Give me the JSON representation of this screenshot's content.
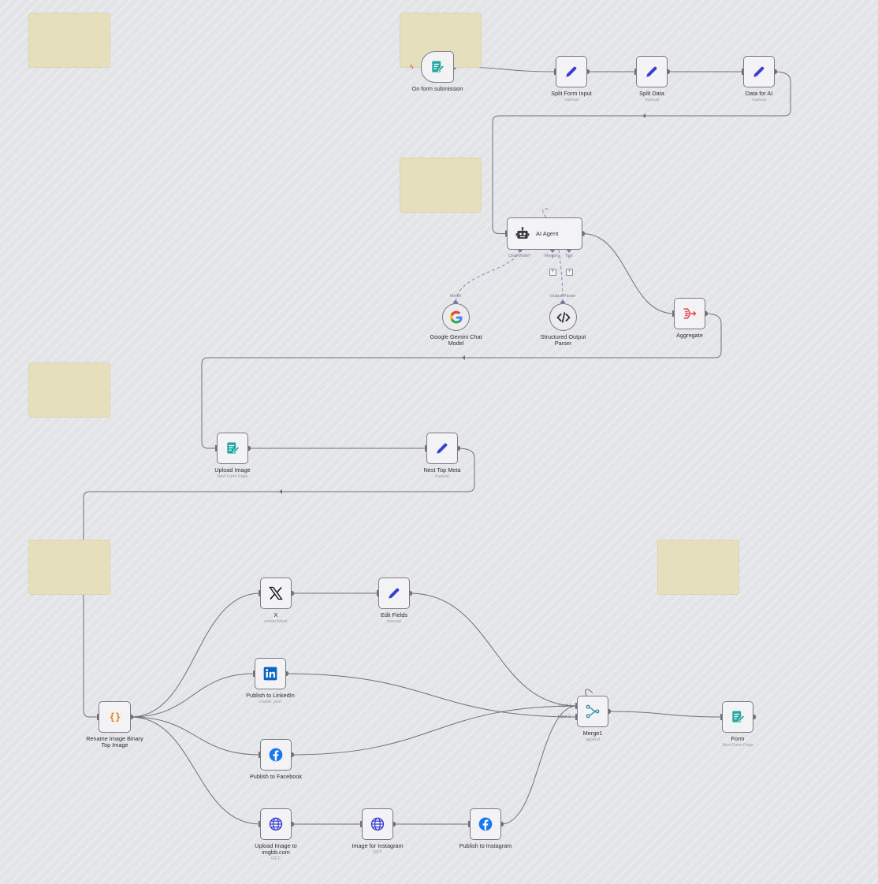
{
  "workflow": {
    "nodes": [
      {
        "id": "form_trigger",
        "label": "On form submission",
        "subtitle": "",
        "icon": "form-icon"
      },
      {
        "id": "split_form",
        "label": "Split Form Input",
        "subtitle": "manual",
        "icon": "pencil-icon"
      },
      {
        "id": "split_data",
        "label": "Split Data",
        "subtitle": "manual",
        "icon": "pencil-icon"
      },
      {
        "id": "data_ai",
        "label": "Data for AI",
        "subtitle": "manual",
        "icon": "pencil-icon"
      },
      {
        "id": "ai_agent",
        "label": "AI Agent",
        "subtitle": "",
        "icon": "robot-icon"
      },
      {
        "id": "gemini",
        "label": "Google Gemini Chat Model",
        "subtitle": "",
        "icon": "google-icon"
      },
      {
        "id": "parser",
        "label": "Structured Output Parser",
        "subtitle": "",
        "icon": "code-icon"
      },
      {
        "id": "aggregate",
        "label": "Aggregate",
        "subtitle": "",
        "icon": "aggregate-icon"
      },
      {
        "id": "upload_image",
        "label": "Upload Image",
        "subtitle": "Next Form Page",
        "icon": "form-icon"
      },
      {
        "id": "nest_meta",
        "label": "Nest Top Meta",
        "subtitle": "manual",
        "icon": "pencil-icon"
      },
      {
        "id": "rename",
        "label": "Rename Image Binary Top Image",
        "subtitle": "",
        "icon": "braces-icon"
      },
      {
        "id": "x",
        "label": "X",
        "subtitle": "create:tweet",
        "icon": "x-logo-icon"
      },
      {
        "id": "edit_fields",
        "label": "Edit Fields",
        "subtitle": "manual",
        "icon": "pencil-icon"
      },
      {
        "id": "linkedin",
        "label": "Publish to LinkedIn",
        "subtitle": "create: post",
        "icon": "linkedin-icon"
      },
      {
        "id": "facebook",
        "label": "Publish to Facebook",
        "subtitle": "",
        "icon": "facebook-icon"
      },
      {
        "id": "imgbb",
        "label": "Upload Image to imgbb.com",
        "subtitle": "GET:",
        "icon": "globe-icon"
      },
      {
        "id": "img_insta",
        "label": "Image for Instagram",
        "subtitle": "GET:",
        "icon": "globe-icon"
      },
      {
        "id": "insta",
        "label": "Publish to Instagram",
        "subtitle": "",
        "icon": "facebook-icon"
      },
      {
        "id": "merge",
        "label": "Merge1",
        "subtitle": "append",
        "icon": "merge-icon"
      },
      {
        "id": "form_end",
        "label": "Form",
        "subtitle": "Next Form Page",
        "icon": "form-icon"
      }
    ],
    "agent_ports": {
      "chat_model": "Chat Model*",
      "memory": "Memory",
      "tool": "Tool"
    },
    "sub_ports": {
      "model": "Model",
      "output_parser": "Output Parser"
    },
    "merge_inputs": [
      "Input 1",
      "Input 2"
    ],
    "colors": {
      "pencil": "#3b3fd1",
      "form": "#1fa7a0",
      "braces": "#e8850f",
      "aggregate": "#e5484d",
      "linkedin": "#0a66c2",
      "facebook": "#1877f2",
      "globe": "#3b3fd1",
      "merge": "#2a8fa3",
      "edge": "#6f717a",
      "dashed": "#8a86b8"
    }
  }
}
